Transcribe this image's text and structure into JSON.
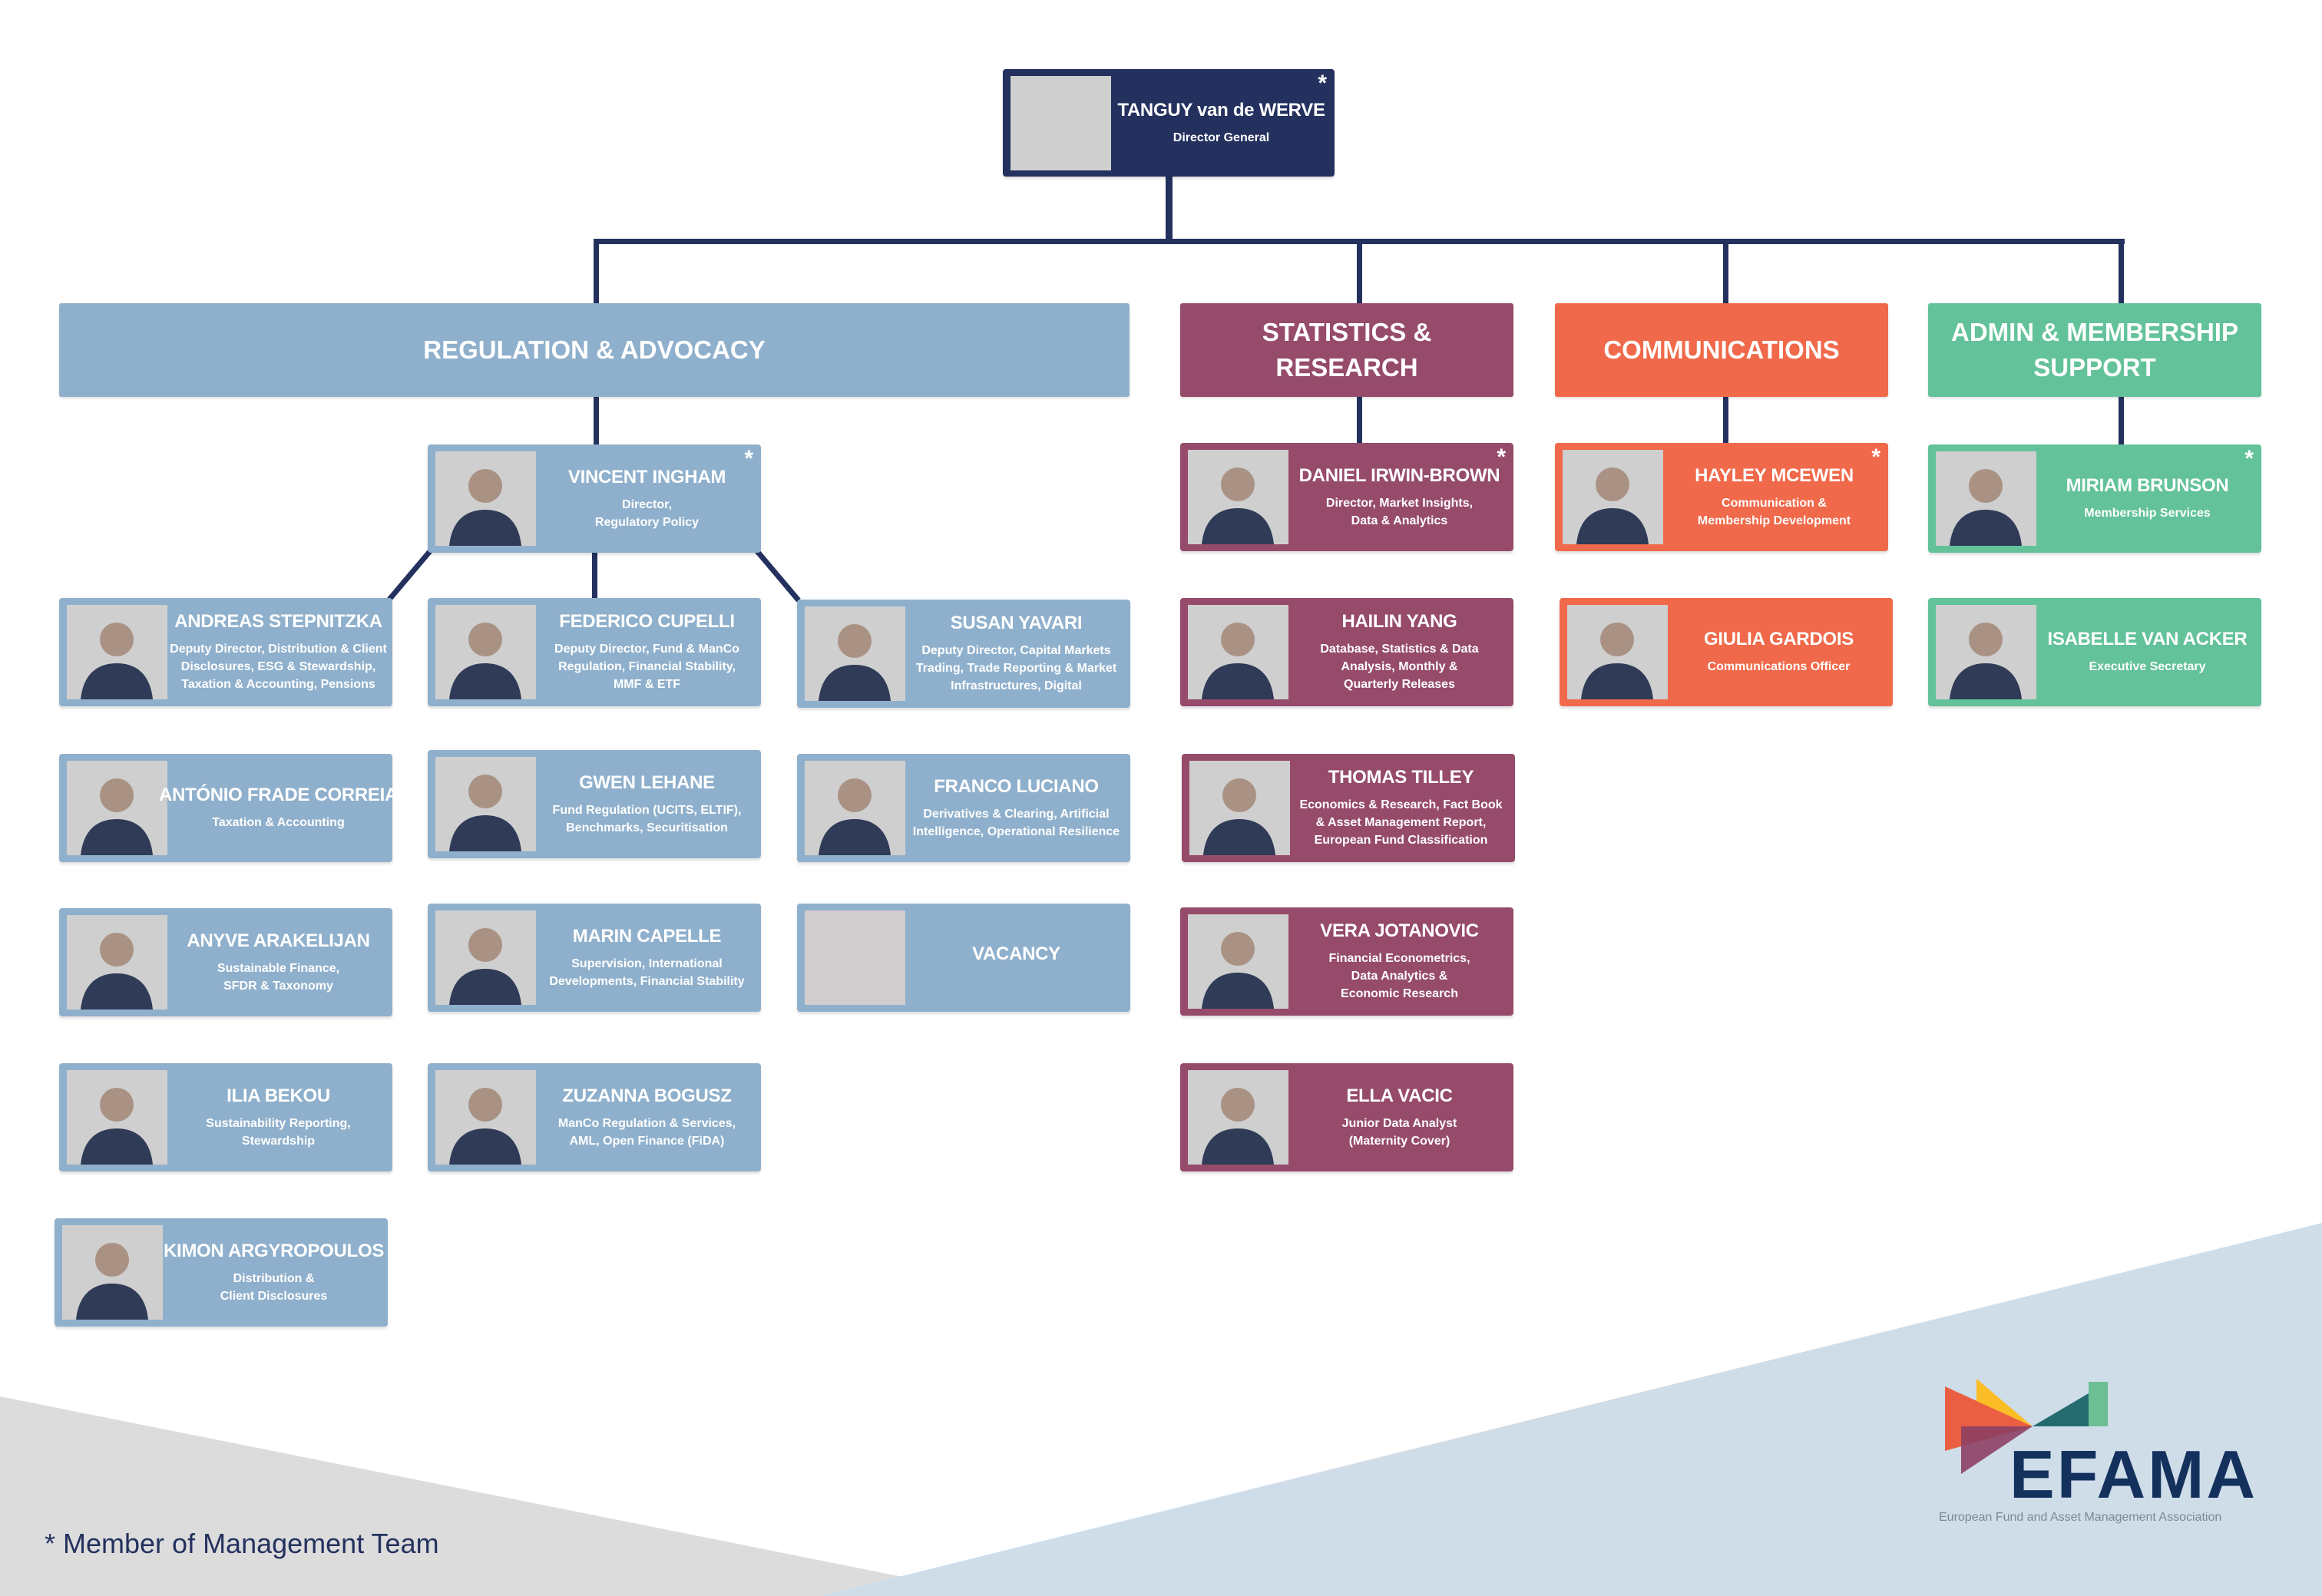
{
  "director": {
    "name": "TANGUY van de WERVE",
    "title": [
      "Director General"
    ],
    "management": true,
    "star": "*"
  },
  "departments": [
    {
      "label": "REGULATION & ADVOCACY",
      "color": "#8fb0cc"
    },
    {
      "label": "STATISTICS & RESEARCH",
      "color": "#964b6b"
    },
    {
      "label": "COMMUNICATIONS",
      "color": "#f0694a"
    },
    {
      "label": "ADMIN & MEMBERSHIP SUPPORT",
      "color": "#63c29a"
    }
  ],
  "people": [
    {
      "name": "VINCENT INGHAM",
      "title": [
        "Director,",
        "Regulatory Policy"
      ],
      "star": "*"
    },
    {
      "name": "ANDREAS STEPNITZKA",
      "title": [
        "Deputy Director, Distribution & Client",
        "Disclosures, ESG & Stewardship,",
        "Taxation & Accounting, Pensions"
      ]
    },
    {
      "name": "FEDERICO CUPELLI",
      "title": [
        "Deputy Director, Fund & ManCo",
        "Regulation, Financial Stability,",
        "MMF & ETF"
      ]
    },
    {
      "name": "SUSAN YAVARI",
      "title": [
        "Deputy Director, Capital Markets",
        "Trading, Trade Reporting & Market",
        "Infrastructures, Digital"
      ]
    },
    {
      "name": "ANTÓNIO FRADE CORREIA",
      "title": [
        "Taxation & Accounting"
      ]
    },
    {
      "name": "GWEN LEHANE",
      "title": [
        "Fund Regulation (UCITS, ELTIF),",
        "Benchmarks, Securitisation"
      ]
    },
    {
      "name": "FRANCO LUCIANO",
      "title": [
        "Derivatives & Clearing, Artificial",
        "Intelligence, Operational Resilience"
      ]
    },
    {
      "name": "ANYVE ARAKELIJAN",
      "title": [
        "Sustainable Finance,",
        "SFDR & Taxonomy"
      ]
    },
    {
      "name": "MARIN CAPELLE",
      "title": [
        "Supervision, International",
        "Developments, Financial Stability"
      ]
    },
    {
      "name": "VACANCY",
      "title": []
    },
    {
      "name": "ILIA BEKOU",
      "title": [
        "Sustainability Reporting,",
        "Stewardship"
      ]
    },
    {
      "name": "ZUZANNA BOGUSZ",
      "title": [
        "ManCo Regulation & Services,",
        "AML, Open Finance (FiDA)"
      ]
    },
    {
      "name": "KIMON ARGYROPOULOS",
      "title": [
        "Distribution &",
        "Client Disclosures"
      ]
    },
    {
      "name": "DANIEL IRWIN-BROWN",
      "title": [
        "Director, Market Insights,",
        "Data & Analytics"
      ],
      "star": "*"
    },
    {
      "name": "HAILIN YANG",
      "title": [
        "Database, Statistics & Data",
        "Analysis, Monthly &",
        "Quarterly Releases"
      ]
    },
    {
      "name": "THOMAS TILLEY",
      "title": [
        "Economics & Research, Fact Book",
        "& Asset Management Report,",
        "European Fund Classification"
      ]
    },
    {
      "name": "VERA JOTANOVIC",
      "title": [
        "Financial Econometrics,",
        "Data Analytics &",
        "Economic Research"
      ]
    },
    {
      "name": "ELLA VACIC",
      "title": [
        "Junior Data Analyst",
        "(Maternity Cover)"
      ]
    },
    {
      "name": "HAYLEY MCEWEN",
      "title": [
        "Communication &",
        "Membership Development"
      ],
      "star": "*"
    },
    {
      "name": "GIULIA GARDOIS",
      "title": [
        "Communications Officer"
      ]
    },
    {
      "name": "MIRIAM BRUNSON",
      "title": [
        "Membership Services"
      ],
      "star": "*"
    },
    {
      "name": "ISABELLE VAN ACKER",
      "title": [
        "Executive Secretary"
      ]
    }
  ],
  "footnote": "* Member of Management Team",
  "logo": {
    "word": "EFAMA",
    "tagline": "European Fund and Asset Management Association"
  },
  "colors": {
    "navy": "#24315e",
    "regulation": "#8fb0cc",
    "statistics": "#964b6b",
    "communications": "#f0694a",
    "admin": "#63c29a"
  }
}
